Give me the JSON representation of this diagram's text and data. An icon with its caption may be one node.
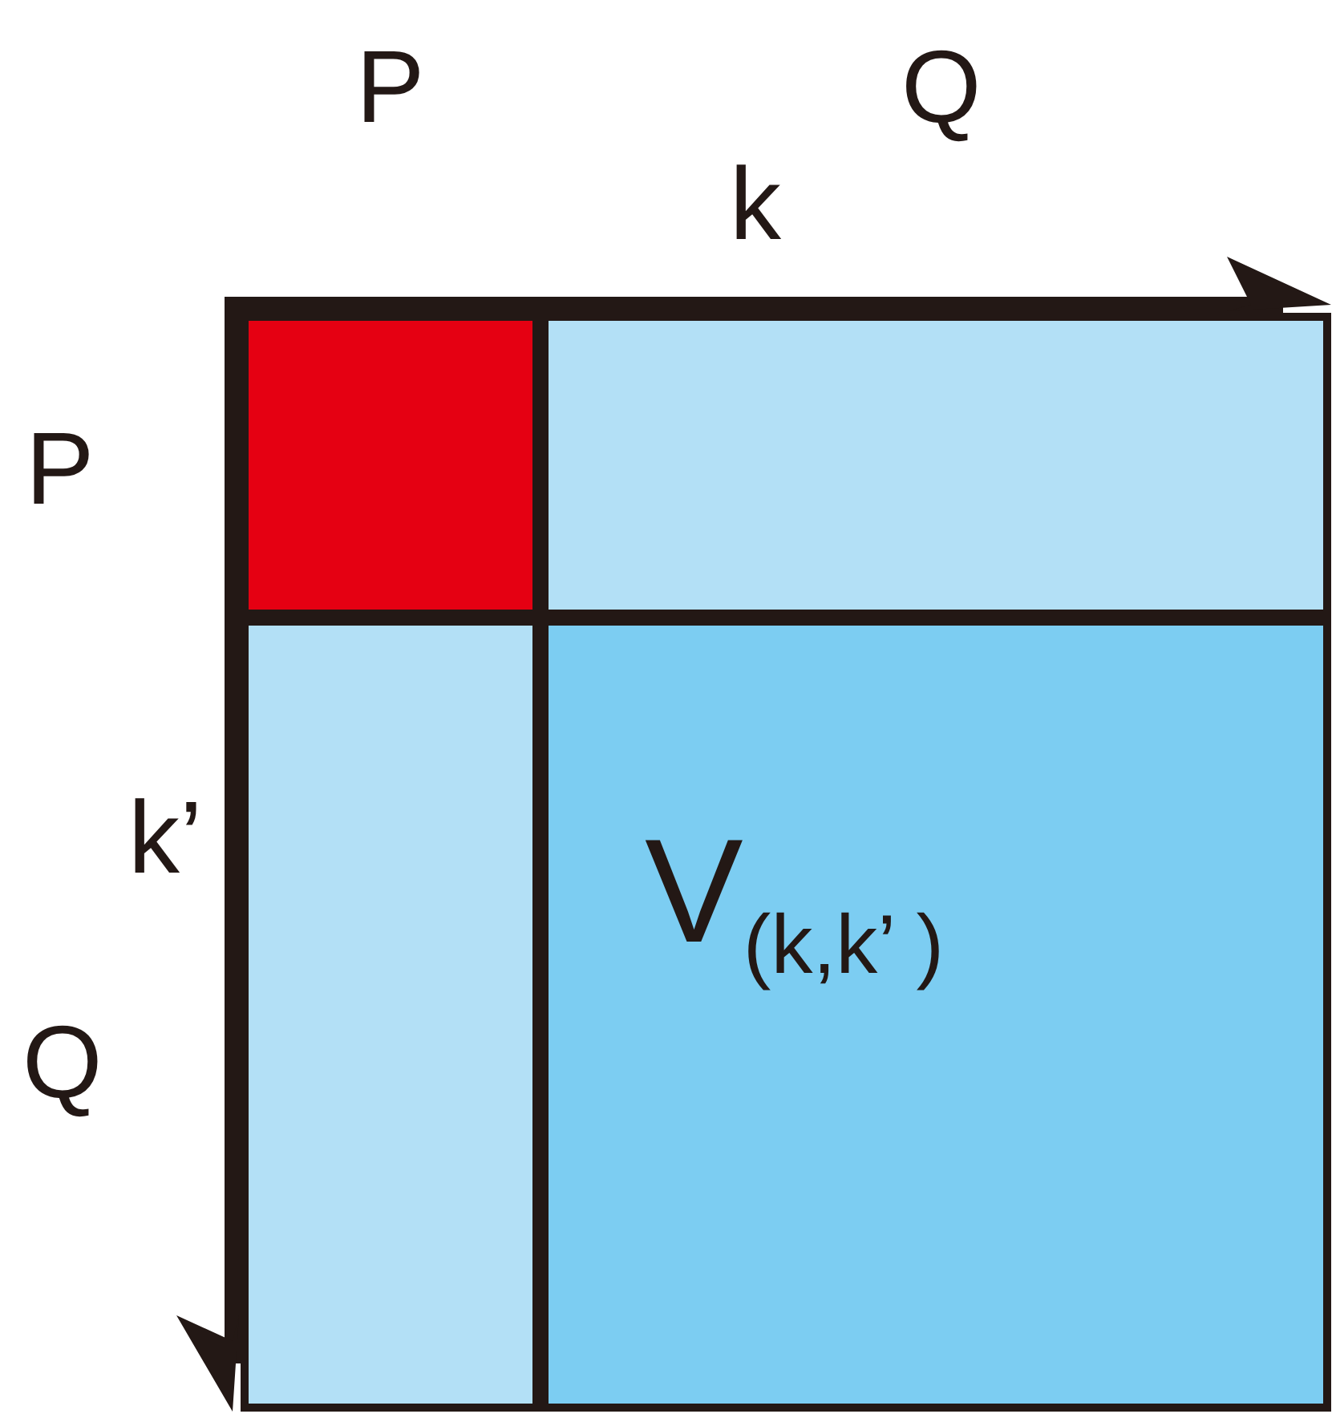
{
  "diagram": {
    "nodes": [
      {
        "text": [],
        "shape": "box"
      },
      {
        "text": [],
        "shape": "box"
      },
      {
        "text": [],
        "shape": "box"
      },
      {
        "text": [
          "V$_{(k,k’ )}$"
        ]
      }
    ],
    "labels": [
      "P",
      "Q",
      "k",
      "P",
      "k’",
      "Q"
    ]
  }
}
